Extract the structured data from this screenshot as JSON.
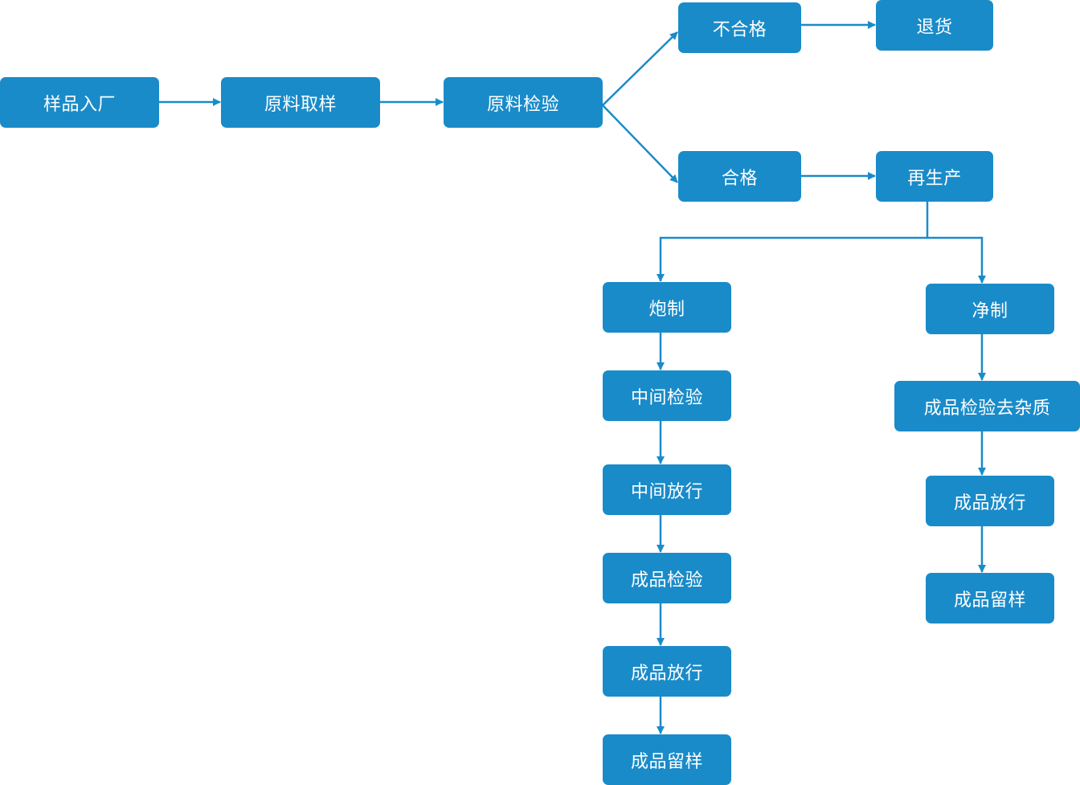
{
  "flowchart": {
    "colors": {
      "node_fill": "#1a8bc9",
      "node_text": "#ffffff",
      "connector": "#1a8bc9"
    },
    "nodes": {
      "sample_intake": "样品入厂",
      "raw_sampling": "原料取样",
      "raw_inspection": "原料检验",
      "nonconforming": "不合格",
      "return_goods": "退货",
      "conforming": "合格",
      "reproduction": "再生产",
      "processing": "炮制",
      "intermediate_inspection": "中间检验",
      "intermediate_release": "中间放行",
      "finished_inspection_left": "成品检验",
      "finished_release_left": "成品放行",
      "finished_retention_left": "成品留样",
      "cleaning": "净制",
      "finished_inspection_impurity": "成品检验去杂质",
      "finished_release_right": "成品放行",
      "finished_retention_right": "成品留样"
    }
  }
}
